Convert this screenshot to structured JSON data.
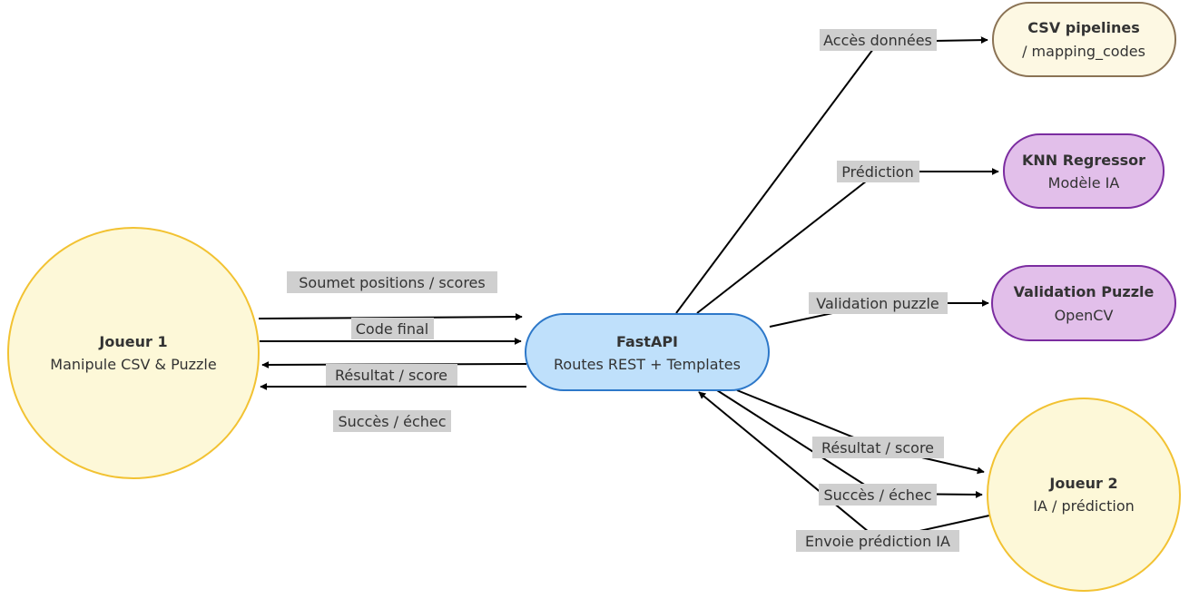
{
  "nodes": {
    "joueur1": {
      "title": "Joueur 1",
      "subtitle": "Manipule CSV & Puzzle",
      "fill": "#fdf8d8",
      "stroke": "#f2c232"
    },
    "fastapi": {
      "title": "FastAPI",
      "subtitle": "Routes REST + Templates",
      "fill": "#bfe0fb",
      "stroke": "#2d78c9"
    },
    "csv": {
      "title": "CSV pipelines",
      "subtitle": "/ mapping_codes",
      "fill": "#fdf8e3",
      "stroke": "#8b7355"
    },
    "knn": {
      "title": "KNN Regressor",
      "subtitle": "Modèle IA",
      "fill": "#e2bfea",
      "stroke": "#7b2ca0"
    },
    "validation": {
      "title": "Validation Puzzle",
      "subtitle": "OpenCV",
      "fill": "#e2bfea",
      "stroke": "#7b2ca0"
    },
    "joueur2": {
      "title": "Joueur 2",
      "subtitle": "IA / prédiction",
      "fill": "#fdf8d8",
      "stroke": "#f2c232"
    }
  },
  "edges": {
    "soumet": "Soumet positions / scores",
    "code_final": "Code final",
    "resultat1": "Résultat / score",
    "succes1": "Succès / échec",
    "acces": "Accès données",
    "prediction": "Prédiction",
    "validation": "Validation puzzle",
    "resultat2": "Résultat / score",
    "succes2": "Succès / échec",
    "envoie": "Envoie prédiction IA"
  }
}
